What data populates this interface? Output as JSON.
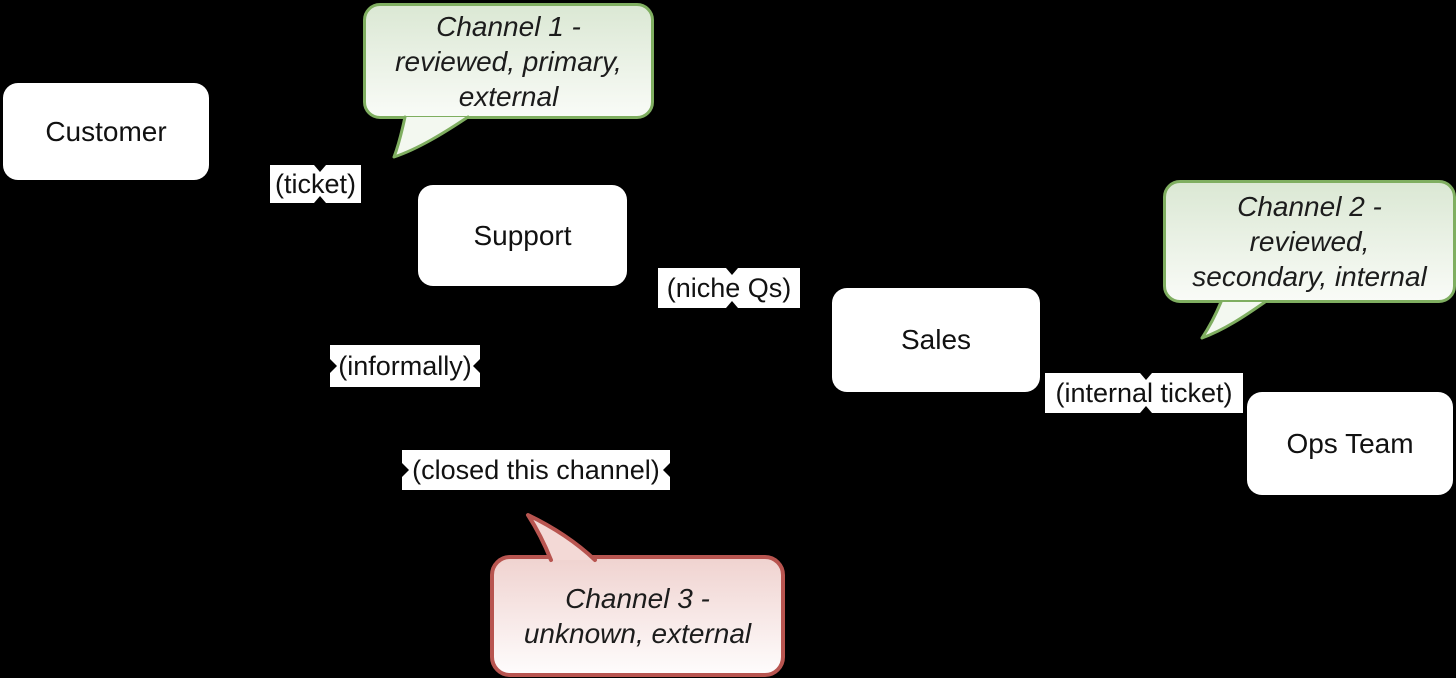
{
  "diagram": {
    "background_color": "#000000",
    "nodes": [
      {
        "id": "customer",
        "label": "Customer"
      },
      {
        "id": "support",
        "label": "Support"
      },
      {
        "id": "sales",
        "label": "Sales"
      },
      {
        "id": "ops-team",
        "label": "Ops Team"
      }
    ],
    "edge_labels": [
      {
        "id": "ticket",
        "label": "(ticket)"
      },
      {
        "id": "niche-qs",
        "label": "(niche Qs)"
      },
      {
        "id": "informally",
        "label": "(informally)"
      },
      {
        "id": "closed-this-channel",
        "label": "(closed this channel)"
      },
      {
        "id": "internal-ticket",
        "label": "(internal ticket)"
      }
    ],
    "callouts": [
      {
        "id": "channel-1",
        "style": "green",
        "text": "Channel 1 - reviewed, primary, external",
        "lines": [
          "Channel 1 -",
          "reviewed, primary,",
          "external"
        ]
      },
      {
        "id": "channel-2",
        "style": "green",
        "text": "Channel 2 - reviewed, secondary, internal",
        "lines": [
          "Channel 2 -",
          "reviewed,",
          "secondary, internal"
        ]
      },
      {
        "id": "channel-3",
        "style": "red",
        "text": "Channel 3 - unknown, external",
        "lines": [
          "Channel 3 -",
          "unknown, external"
        ]
      }
    ],
    "colors": {
      "node_fill": "#ffffff",
      "label_chip_fill": "#ffffff",
      "text": "#111111",
      "callout_green_border": "#7fae60",
      "callout_green_fill_top": "#dbe8d4",
      "callout_green_fill_bottom": "#f9fbf7",
      "callout_red_border": "#b85550",
      "callout_red_fill_top": "#f0d3d0",
      "callout_red_fill_bottom": "#fefcfc"
    }
  }
}
